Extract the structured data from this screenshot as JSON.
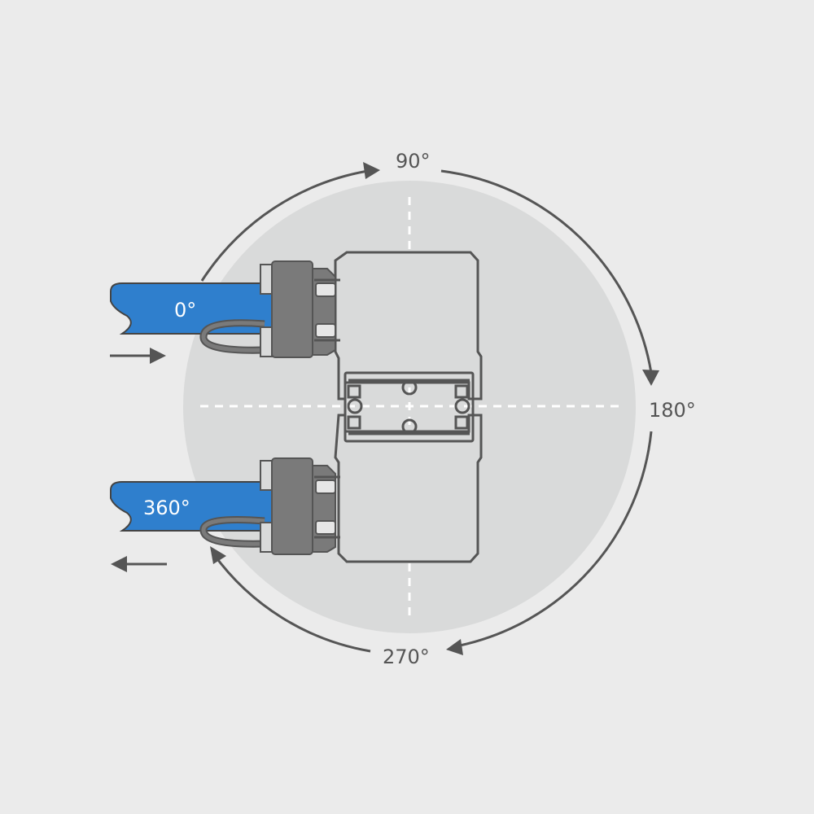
{
  "diagram": {
    "type": "rotation-range",
    "colors": {
      "background": "#ebebeb",
      "circle": "#d9dada",
      "outline": "#555555",
      "connector": "#7a7a7a",
      "pipe": "#2f7fcd",
      "pipe_text": "#ffffff",
      "arrow": "#555555"
    },
    "angle_labels": {
      "top": "90°",
      "right": "180°",
      "bottom": "270°"
    },
    "pipes": [
      {
        "label": "0°",
        "direction": "in"
      },
      {
        "label": "360°",
        "direction": "out"
      }
    ]
  }
}
